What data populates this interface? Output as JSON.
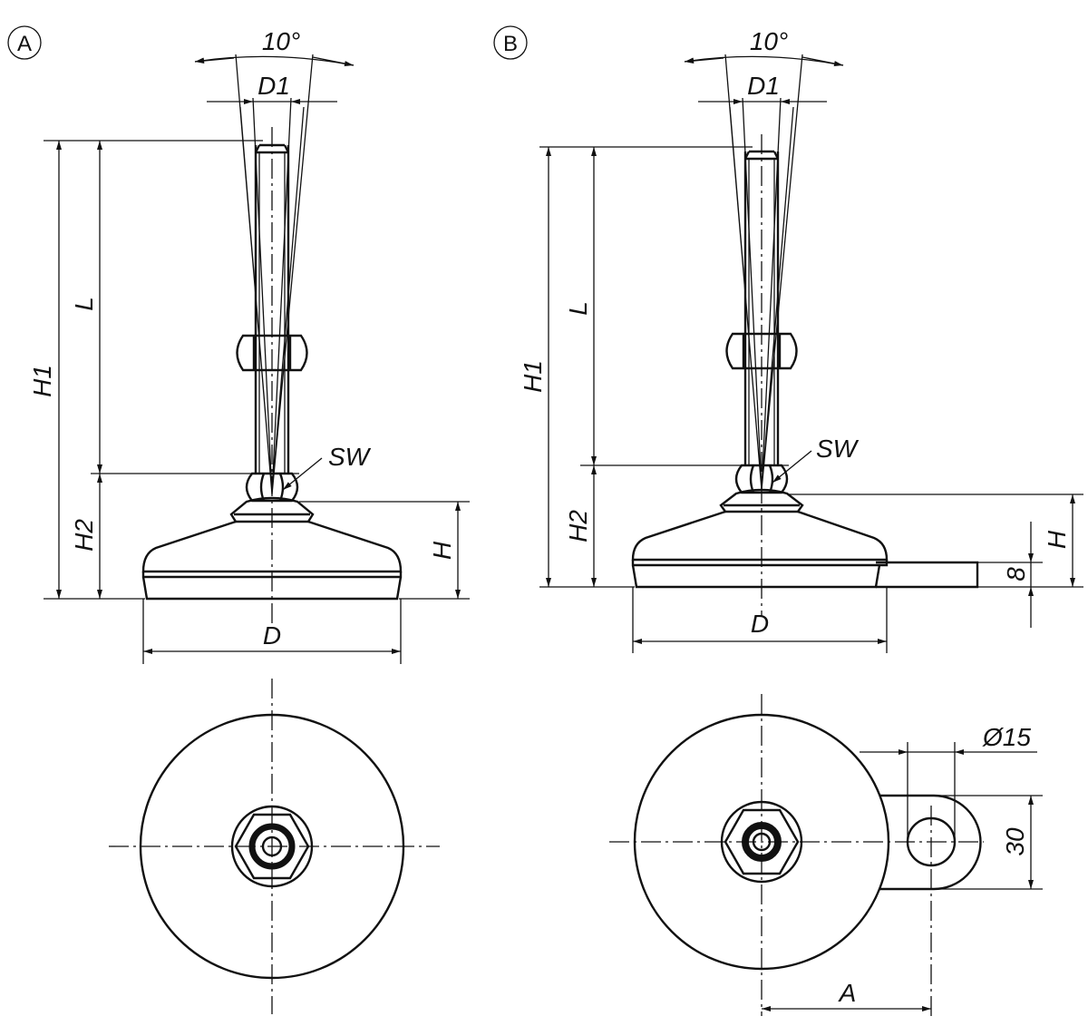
{
  "views": {
    "a": {
      "marker": "A",
      "angle": "10°",
      "D1": "D1",
      "H1": "H1",
      "L": "L",
      "H2": "H2",
      "H": "H",
      "D": "D",
      "SW": "SW"
    },
    "b": {
      "marker": "B",
      "angle": "10°",
      "D1": "D1",
      "H1": "H1",
      "L": "L",
      "H2": "H2",
      "H": "H",
      "D": "D",
      "SW": "SW",
      "pad_thickness": "8",
      "hole_diameter": "Ø15",
      "tab_width": "30",
      "A": "A"
    }
  },
  "colors": {
    "line": "#111111",
    "background": "#ffffff"
  }
}
